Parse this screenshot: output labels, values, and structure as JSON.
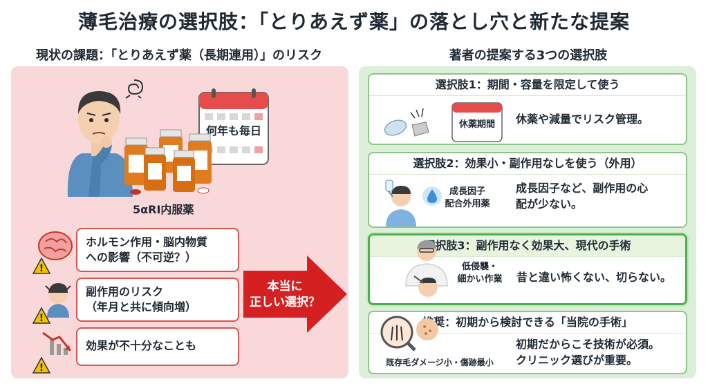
{
  "title": "薄毛治療の選択肢：「とりあえず薬」の落とし穴と新たな提案",
  "left": {
    "heading": "現状の課題：「とりあえず薬（長期連用）」のリスク",
    "calendar_text": "何年も毎日",
    "drug_label": "5αRI内服薬",
    "risks": [
      {
        "line1": "ホルモン作用・脳内物質",
        "line2": "への影響（不可逆？）"
      },
      {
        "line1": "副作用のリスク",
        "line2": "（年月と共に傾向増）"
      },
      {
        "line1": "効果が不十分なことも",
        "line2": ""
      }
    ],
    "arrow_line1": "本当に",
    "arrow_line2": "正しい選択？"
  },
  "right": {
    "heading": "著者の提案する3つの選択肢",
    "options": [
      {
        "title": "選択肢1：期間・容量を限定して使う",
        "icon_text": "休薬期間",
        "desc_line1": "休薬や減量でリスク管理。",
        "desc_line2": ""
      },
      {
        "title": "選択肢2：効果小・副作用なしを使う（外用）",
        "sub_line1": "成長因子",
        "sub_line2": "配合外用薬",
        "desc_line1": "成長因子など、副作用の心",
        "desc_line2": "配が少ない。"
      },
      {
        "title": "選択肢3：副作用なく効果大、現代の手術",
        "sub_line1": "低侵襲・",
        "sub_line2": "細かい作業",
        "desc_line1": "昔と違い怖くない、切らない。",
        "desc_line2": ""
      },
      {
        "title": "推奨：初期から検討できる「当院の手術」",
        "sub_line1": "既存毛ダメージ小・傷跡最小",
        "desc_line1": "初期だからこそ技術が必須。",
        "desc_line2": "クリニック選びが重要。"
      }
    ]
  },
  "colors": {
    "danger": "#d9534f",
    "arrow": "#d42020",
    "left_bg": "#f8d8d9",
    "right_bg": "#dcefd9",
    "highlight": "#4caf50"
  }
}
